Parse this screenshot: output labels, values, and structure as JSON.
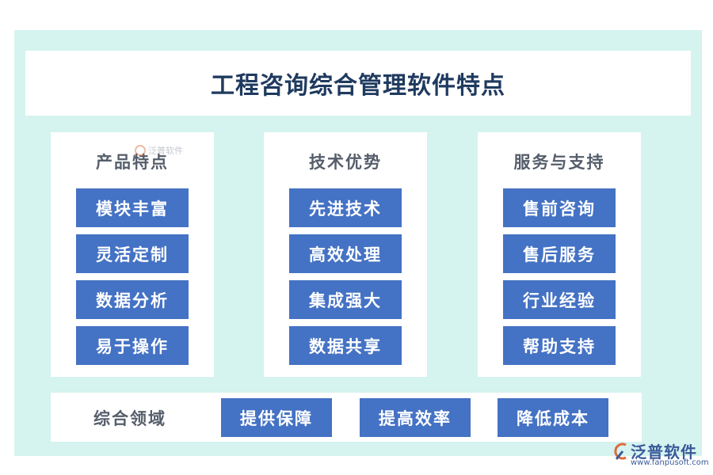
{
  "title": "工程咨询综合管理软件特点",
  "columns": [
    {
      "heading": "产品特点",
      "items": [
        "模块丰富",
        "灵活定制",
        "数据分析",
        "易于操作"
      ]
    },
    {
      "heading": "技术优势",
      "items": [
        "先进技术",
        "高效处理",
        "集成强大",
        "数据共享"
      ]
    },
    {
      "heading": "服务与支持",
      "items": [
        "售前咨询",
        "售后服务",
        "行业经验",
        "帮助支持"
      ]
    }
  ],
  "bottom": {
    "label": "综合领域",
    "items": [
      "提供保障",
      "提高效率",
      "降低成本"
    ]
  },
  "watermark": "泛普软件",
  "logo": {
    "name": "泛普软件",
    "url": "www.fanpusoft.com"
  },
  "colors": {
    "frame": "#d5f3ef",
    "button": "#4472c4",
    "title": "#1f3a5f",
    "heading": "#555e6b"
  }
}
